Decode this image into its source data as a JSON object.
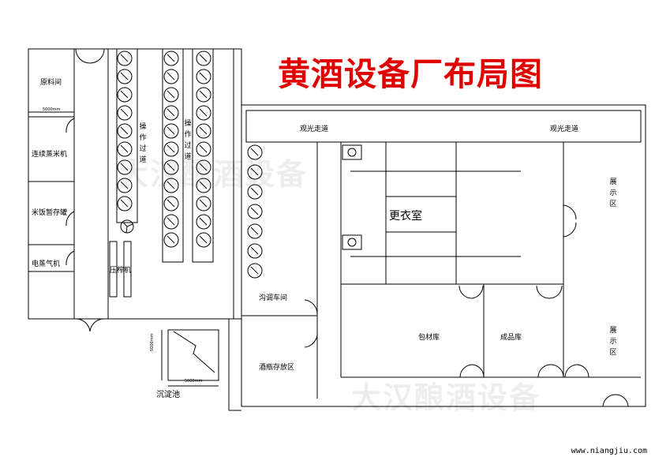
{
  "title": "黄酒设备厂布局图",
  "watermark": "大汉酿酒设备",
  "website": "www.niangjiu.com",
  "rooms": {
    "raw_material": "原料间",
    "continuous_steamer": "连续蒸米机",
    "rice_storage": "米饭暂存罐",
    "electric_steamer": "电蒸气机",
    "press": "压榨机",
    "operation_aisle": "操作过道",
    "sightseeing_left": "观光走道",
    "sightseeing_right": "观光走道",
    "locker_room": "更衣室",
    "trench_workshop": "沟调车间",
    "bottle_storage": "酒瓶存放区",
    "packaging_store": "包材库",
    "product_store": "成品库",
    "display_top": "展示区",
    "display_bottom": "展示区",
    "sedimentation_tank": "沉淀池"
  },
  "dimensions": {
    "raw_room_width": "5000mm",
    "tank_height": "5000mm",
    "tank_width": "5000mm"
  },
  "tank_columns": [
    {
      "id": "col-a",
      "count": 9
    },
    {
      "id": "col-b",
      "count": 11
    },
    {
      "id": "col-c",
      "count": 11
    },
    {
      "id": "col-d",
      "count": 7
    }
  ],
  "colors": {
    "title": "#e00000",
    "line": "#000000",
    "background": "#ffffff"
  }
}
